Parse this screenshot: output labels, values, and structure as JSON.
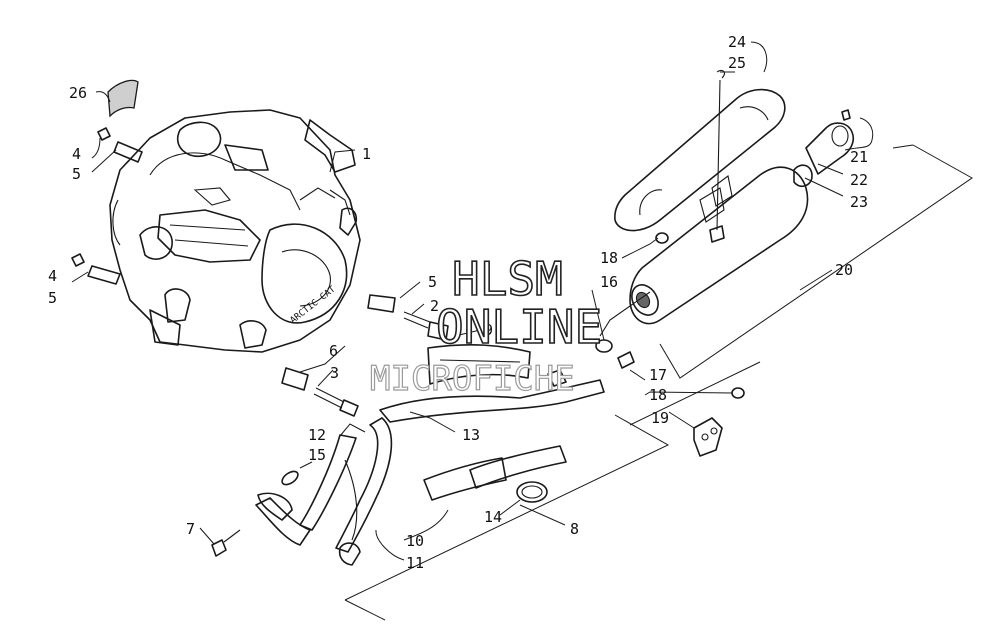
{
  "callouts": [
    {
      "id": "1",
      "text": "1"
    },
    {
      "id": "2",
      "text": "2"
    },
    {
      "id": "3",
      "text": "3"
    },
    {
      "id": "4a",
      "text": "4"
    },
    {
      "id": "4b",
      "text": "4"
    },
    {
      "id": "5a",
      "text": "5"
    },
    {
      "id": "5b",
      "text": "5"
    },
    {
      "id": "5c",
      "text": "5"
    },
    {
      "id": "6",
      "text": "6"
    },
    {
      "id": "7",
      "text": "7"
    },
    {
      "id": "8",
      "text": "8"
    },
    {
      "id": "9",
      "text": "9"
    },
    {
      "id": "10",
      "text": "10"
    },
    {
      "id": "11",
      "text": "11"
    },
    {
      "id": "12",
      "text": "12"
    },
    {
      "id": "13",
      "text": "13"
    },
    {
      "id": "14",
      "text": "14"
    },
    {
      "id": "15",
      "text": "15"
    },
    {
      "id": "16",
      "text": "16"
    },
    {
      "id": "17",
      "text": "17"
    },
    {
      "id": "18a",
      "text": "18"
    },
    {
      "id": "18b",
      "text": "18"
    },
    {
      "id": "19",
      "text": "19"
    },
    {
      "id": "20",
      "text": "20"
    },
    {
      "id": "21",
      "text": "21"
    },
    {
      "id": "22",
      "text": "22"
    },
    {
      "id": "23",
      "text": "23"
    },
    {
      "id": "24",
      "text": "24"
    },
    {
      "id": "25",
      "text": "25"
    },
    {
      "id": "26",
      "text": "26"
    }
  ],
  "watermark": {
    "line1": "HLSM",
    "line2": "ONLINE",
    "line3": "MICROFICHE"
  },
  "engine_brand": "ARCTIC CAT"
}
